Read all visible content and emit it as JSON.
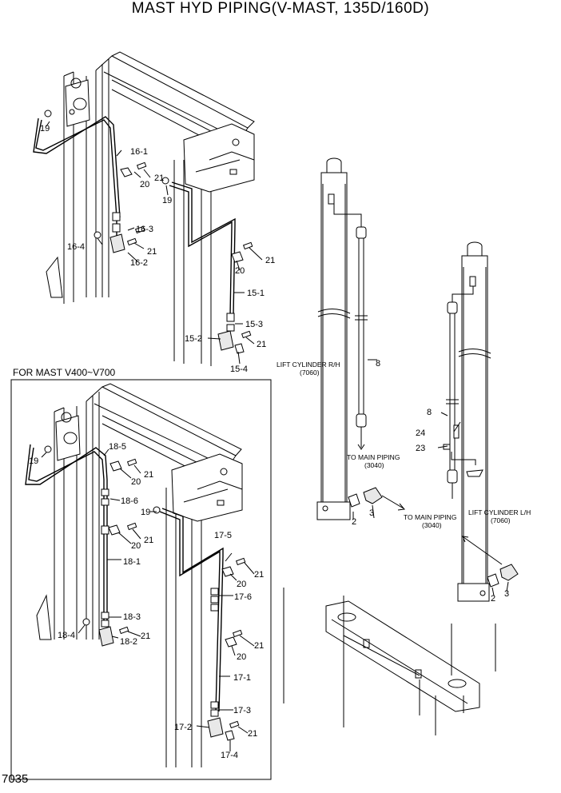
{
  "title": "MAST HYD PIPING(V-MAST, 135D/160D)",
  "page_number": "7035",
  "inset_title": "FOR MAST V400~V700",
  "notes": {
    "lift_cylinder_rh": "LIFT CYLINDER R/H",
    "lift_cylinder_rh_ref": "(7060)",
    "lift_cylinder_lh": "LIFT CYLINDER L/H",
    "lift_cylinder_lh_ref": "(7060)",
    "to_main_piping_1": "TO MAIN PIPING",
    "to_main_piping_1_ref": "(3040)",
    "to_main_piping_2": "TO MAIN PIPING",
    "to_main_piping_2_ref": "(3040)"
  },
  "callouts": {
    "c19a": "19",
    "c16_1": "16-1",
    "c20a": "20",
    "c21a": "21",
    "c19b": "19",
    "c16_3": "16-3",
    "c16_4": "16-4",
    "c21b": "21",
    "c16_2": "16-2",
    "c21c": "21",
    "c20b": "20",
    "c15_1": "15-1",
    "c15_3": "15-3",
    "c15_2": "15-2",
    "c21d": "21",
    "c15_4": "15-4",
    "c8a": "8",
    "c8b": "8",
    "c24": "24",
    "c23": "23",
    "c2a": "2",
    "c3a": "3",
    "c2b": "2",
    "c3b": "3",
    "c19c": "19",
    "c18_5": "18-5",
    "c21e": "21",
    "c20c": "20",
    "c18_6": "18-6",
    "c19d": "19",
    "c21f": "21",
    "c20d": "20",
    "c17_5": "17-5",
    "c18_1": "18-1",
    "c21g": "21",
    "c20e": "20",
    "c17_6": "17-6",
    "c18_3": "18-3",
    "c18_4": "18-4",
    "c21h": "21",
    "c18_2": "18-2",
    "c21i": "21",
    "c20f": "20",
    "c17_1": "17-1",
    "c17_3": "17-3",
    "c17_2": "17-2",
    "c21j": "21",
    "c17_4": "17-4"
  }
}
